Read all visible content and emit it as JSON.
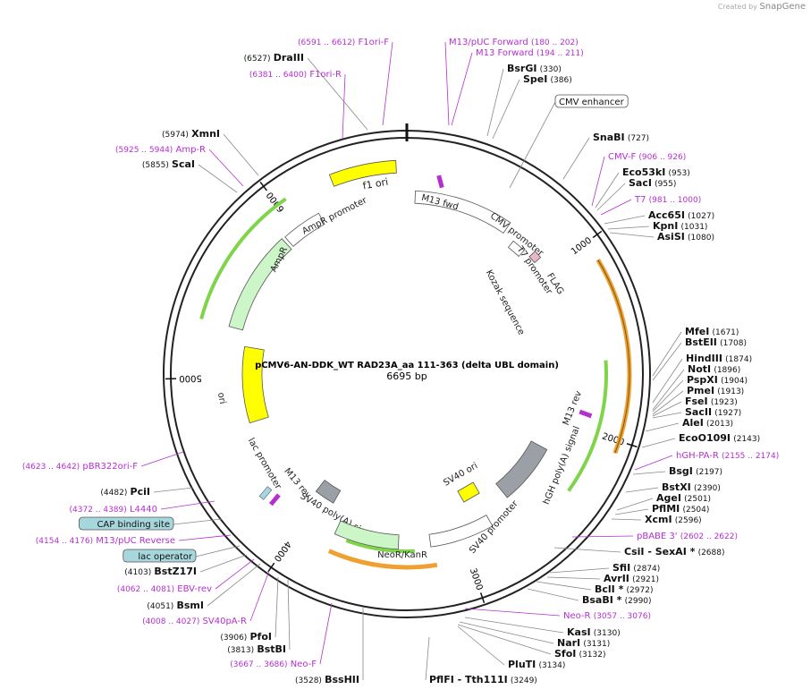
{
  "credit": {
    "prefix": "Created by",
    "brand": "SnapGene"
  },
  "plasmid": {
    "name": "pCMV6-AN-DDK_WT RAD23A_aa 111-363 (delta UBL domain)",
    "size": "6695 bp"
  },
  "ticks": [
    "1000",
    "2000",
    "3000",
    "4000",
    "5000",
    "6000"
  ],
  "colors": {
    "site": "#111111",
    "primer": "#b52fd0",
    "feature_yellow": "#ffff00",
    "feature_green": "#ccf5c8",
    "feature_white": "#ffffff",
    "feature_gray": "#9aa0a6",
    "feature_teal": "#a7d7dc",
    "orf_orange": "#f0a030",
    "orf_green": "#7fd44a"
  },
  "labels": [
    {
      "name": "F1ori-F",
      "pos": "(6591 .. 6612)",
      "kind": "primer"
    },
    {
      "name": "DraIII",
      "pos": "(6527)",
      "kind": "site"
    },
    {
      "name": "F1ori-R",
      "pos": "(6381 .. 6400)",
      "kind": "primer"
    },
    {
      "name": "M13/pUC Forward",
      "pos": "(180 .. 202)",
      "kind": "primer"
    },
    {
      "name": "M13 Forward",
      "pos": "(194 .. 211)",
      "kind": "primer"
    },
    {
      "name": "BsrGI",
      "pos": "(330)",
      "kind": "site"
    },
    {
      "name": "SpeI",
      "pos": "(386)",
      "kind": "site"
    },
    {
      "name": "CMV enhancer",
      "pos": "",
      "kind": "boxed"
    },
    {
      "name": "SnaBI",
      "pos": "(727)",
      "kind": "site"
    },
    {
      "name": "CMV-F",
      "pos": "(906 .. 926)",
      "kind": "primer"
    },
    {
      "name": "Eco53kI",
      "pos": "(953)",
      "kind": "site"
    },
    {
      "name": "SacI",
      "pos": "(955)",
      "kind": "site"
    },
    {
      "name": "T7",
      "pos": "(981 .. 1000)",
      "kind": "primer"
    },
    {
      "name": "Acc65I",
      "pos": "(1027)",
      "kind": "site"
    },
    {
      "name": "KpnI",
      "pos": "(1031)",
      "kind": "site"
    },
    {
      "name": "AsiSI",
      "pos": "(1080)",
      "kind": "site"
    },
    {
      "name": "XmnI",
      "pos": "(5974)",
      "kind": "site"
    },
    {
      "name": "Amp-R",
      "pos": "(5925 .. 5944)",
      "kind": "primer"
    },
    {
      "name": "ScaI",
      "pos": "(5855)",
      "kind": "site"
    },
    {
      "name": "MfeI",
      "pos": "(1671)",
      "kind": "site"
    },
    {
      "name": "BstEII",
      "pos": "(1708)",
      "kind": "site"
    },
    {
      "name": "HindIII",
      "pos": "(1874)",
      "kind": "site"
    },
    {
      "name": "NotI",
      "pos": "(1896)",
      "kind": "site"
    },
    {
      "name": "PspXI",
      "pos": "(1904)",
      "kind": "site"
    },
    {
      "name": "PmeI",
      "pos": "(1913)",
      "kind": "site"
    },
    {
      "name": "FseI",
      "pos": "(1923)",
      "kind": "site"
    },
    {
      "name": "SacII",
      "pos": "(1927)",
      "kind": "site"
    },
    {
      "name": "AleI",
      "pos": "(2013)",
      "kind": "site"
    },
    {
      "name": "EcoO109I",
      "pos": "(2143)",
      "kind": "site"
    },
    {
      "name": "hGH-PA-R",
      "pos": "(2155 .. 2174)",
      "kind": "primer"
    },
    {
      "name": "BsgI",
      "pos": "(2197)",
      "kind": "site"
    },
    {
      "name": "BstXI",
      "pos": "(2390)",
      "kind": "site"
    },
    {
      "name": "AgeI",
      "pos": "(2501)",
      "kind": "site"
    },
    {
      "name": "PflMI",
      "pos": "(2504)",
      "kind": "site"
    },
    {
      "name": "XcmI",
      "pos": "(2596)",
      "kind": "site"
    },
    {
      "name": "pBABE 3'",
      "pos": "(2602 .. 2622)",
      "kind": "primer"
    },
    {
      "name": "CsiI  - SexAI *",
      "pos": "(2688)",
      "kind": "site"
    },
    {
      "name": "SfiI",
      "pos": "(2874)",
      "kind": "site"
    },
    {
      "name": "AvrII",
      "pos": "(2921)",
      "kind": "site"
    },
    {
      "name": "BclI *",
      "pos": "(2972)",
      "kind": "site"
    },
    {
      "name": "BsaBI *",
      "pos": "(2990)",
      "kind": "site"
    },
    {
      "name": "Neo-R",
      "pos": "(3057 .. 3076)",
      "kind": "primer"
    },
    {
      "name": "KasI",
      "pos": "(3130)",
      "kind": "site"
    },
    {
      "name": "NarI",
      "pos": "(3131)",
      "kind": "site"
    },
    {
      "name": "SfoI",
      "pos": "(3132)",
      "kind": "site"
    },
    {
      "name": "PluTI",
      "pos": "(3134)",
      "kind": "site"
    },
    {
      "name": "PflFI  - Tth111I",
      "pos": "(3249)",
      "kind": "site"
    },
    {
      "name": "pBR322ori-F",
      "pos": "(4623 .. 4642)",
      "kind": "primer"
    },
    {
      "name": "PciI",
      "pos": "(4482)",
      "kind": "site"
    },
    {
      "name": "L4440",
      "pos": "(4372 .. 4389)",
      "kind": "primer"
    },
    {
      "name": "CAP binding site",
      "pos": "",
      "kind": "teal"
    },
    {
      "name": "M13/pUC Reverse",
      "pos": "(4154 .. 4176)",
      "kind": "primer"
    },
    {
      "name": "lac operator",
      "pos": "",
      "kind": "teal"
    },
    {
      "name": "BstZ17I",
      "pos": "(4103)",
      "kind": "site"
    },
    {
      "name": "EBV-rev",
      "pos": "(4062 .. 4081)",
      "kind": "primer"
    },
    {
      "name": "BsmI",
      "pos": "(4051)",
      "kind": "site"
    },
    {
      "name": "SV40pA-R",
      "pos": "(4008 .. 4027)",
      "kind": "primer"
    },
    {
      "name": "PfoI",
      "pos": "(3906)",
      "kind": "site"
    },
    {
      "name": "BstBI",
      "pos": "(3813)",
      "kind": "site"
    },
    {
      "name": "Neo-F",
      "pos": "(3667 .. 3686)",
      "kind": "primer"
    },
    {
      "name": "BssHII",
      "pos": "(3528)",
      "kind": "site"
    }
  ],
  "features": [
    {
      "name": "f1 ori",
      "color": "feature_yellow"
    },
    {
      "name": "M13 fwd",
      "color": "primer"
    },
    {
      "name": "CMV promoter",
      "color": "feature_white"
    },
    {
      "name": "T7 promoter",
      "color": "feature_white"
    },
    {
      "name": "FLAG",
      "color": "feature_white"
    },
    {
      "name": "Kozak sequence",
      "color": "feature_gray"
    },
    {
      "name": "AmpR promoter",
      "color": "feature_white"
    },
    {
      "name": "AmpR",
      "color": "feature_green"
    },
    {
      "name": "ori",
      "color": "feature_yellow"
    },
    {
      "name": "lac promoter",
      "color": "feature_white"
    },
    {
      "name": "M13 rev",
      "color": "primer"
    },
    {
      "name": "SV40 poly(A) signal",
      "color": "feature_gray"
    },
    {
      "name": "NeoR/KanR",
      "color": "feature_green"
    },
    {
      "name": "SV40 promoter",
      "color": "feature_white"
    },
    {
      "name": "SV40 ori",
      "color": "feature_yellow"
    },
    {
      "name": "hGH poly(A) signal",
      "color": "feature_gray"
    },
    {
      "name": "M13 rev",
      "color": "primer"
    }
  ]
}
